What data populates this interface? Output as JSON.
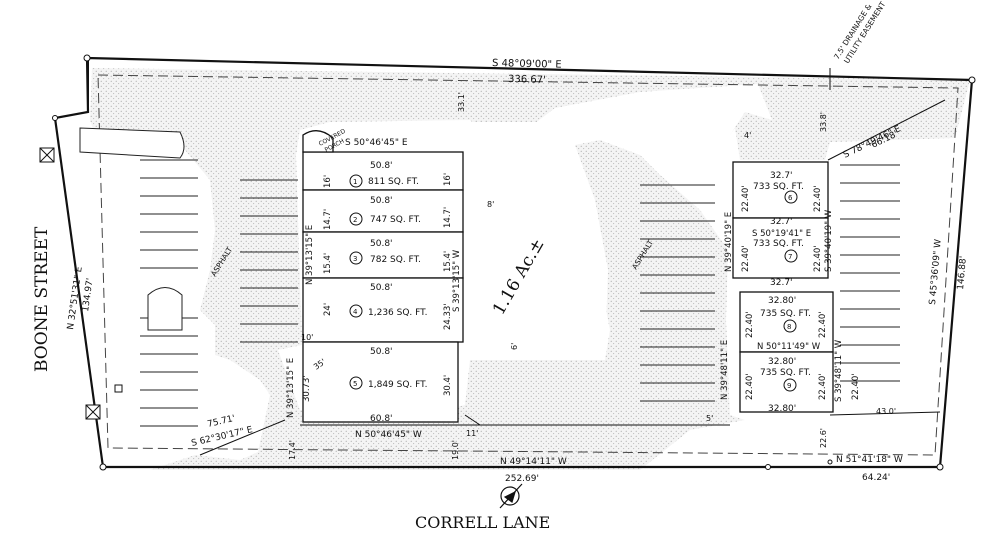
{
  "street_labels": {
    "boone_street": "BOONE STREET",
    "correll_lane": "CORRELL LANE"
  },
  "boundary": {
    "north_bearing": "S 48°09'00\" E",
    "north_distance": "336.67'",
    "west_bearing": "N 32°51'31\" E",
    "west_distance": "134.97'",
    "east_bearing": "S 45°36'09\" W",
    "east_distance": "146.88'",
    "ne_bearing": "S 78°49'46\" E",
    "ne_distance": "66.18'",
    "south_bearing_1": "N 49°14'11\" W",
    "south_distance_1": "252.69'",
    "south_bearing_2": "N 51°41'18\" W",
    "south_distance_2": "64.24'",
    "sw_bearing": "S 62°30'17\" E",
    "sw_distance": "75.71'"
  },
  "easement": {
    "line1": "7.5' DRAINAGE &",
    "line2": "UTILITY EASEMENT"
  },
  "setbacks": {
    "top_mid": "33.1'",
    "top_right": "33.8'",
    "bottom_left": "17.4'",
    "bottom_mid": "19.0'",
    "bottom_right": "22.6'",
    "mid_11": "11'",
    "right_43": "43.0'",
    "small_8": "8'",
    "small_6": "6'",
    "small_5": "5'",
    "small_4": "4'"
  },
  "area_label": "1.16 Ac.±",
  "asphalt_label": "ASPHALT",
  "covered_porch": {
    "line1": "COVERED",
    "line2": "PORCH"
  },
  "left_building": {
    "top_bearing": "S 50°46'45\" E",
    "bottom_bearing": "N 50°46'45\" W",
    "left_bearing_upper": "N 39°13'15\" E",
    "left_bearing_lower": "N 39°13'15\" E",
    "right_bearing": "S 39°13'15\" W",
    "bottom_width": "60.8'",
    "left_setback_10": "10'",
    "units": [
      {
        "num": "1",
        "width": "50.8'",
        "area": "811 SQ. FT.",
        "left_dim": "16'",
        "right_dim": "16'"
      },
      {
        "num": "2",
        "width": "50.8'",
        "area": "747 SQ. FT.",
        "left_dim": "14.7'",
        "right_dim": "14.7'"
      },
      {
        "num": "3",
        "width": "50.8'",
        "area": "782 SQ. FT.",
        "left_dim": "15.4'",
        "right_dim": "15.4'"
      },
      {
        "num": "4",
        "width": "50.8'",
        "area": "1,236 SQ. FT.",
        "left_dim": "24'",
        "right_dim": "24.33'"
      },
      {
        "num": "5",
        "width": "50.8'",
        "area": "1,849 SQ. FT.",
        "left_dim": "30.73'",
        "right_dim": "30.4'",
        "extra_dim": "35'"
      }
    ]
  },
  "right_building_upper": {
    "left_bearing": "N 39°40'19\" E",
    "right_bearing": "S 39°40'19\" W",
    "mid_bearing": "S 50°19'41\" E",
    "units": [
      {
        "num": "6",
        "width_top": "32.7'",
        "width_bottom": "32.7'",
        "area": "733 SQ. FT.",
        "left_dim": "22.40'",
        "right_dim": "22.40'"
      },
      {
        "num": "7",
        "width_top": "32.7'",
        "width_bottom": "32.7'",
        "area": "733 SQ. FT.",
        "left_dim": "22.40'",
        "right_dim": "22.40'"
      }
    ]
  },
  "right_building_lower": {
    "left_bearing": "N 39°48'11\" E",
    "right_bearing": "S 39°48'11\" W",
    "mid_bearing": "N 50°11'49\" W",
    "units": [
      {
        "num": "8",
        "width_top": "32.80'",
        "area": "735 SQ. FT.",
        "left_dim": "22.40'",
        "right_dim": "22.40'"
      },
      {
        "num": "9",
        "width_top": "32.80'",
        "width_bottom": "32.80'",
        "area": "735 SQ. FT.",
        "left_dim": "22.40'",
        "right_dim": "22.40'",
        "outer_dim": "22.40'"
      }
    ]
  }
}
